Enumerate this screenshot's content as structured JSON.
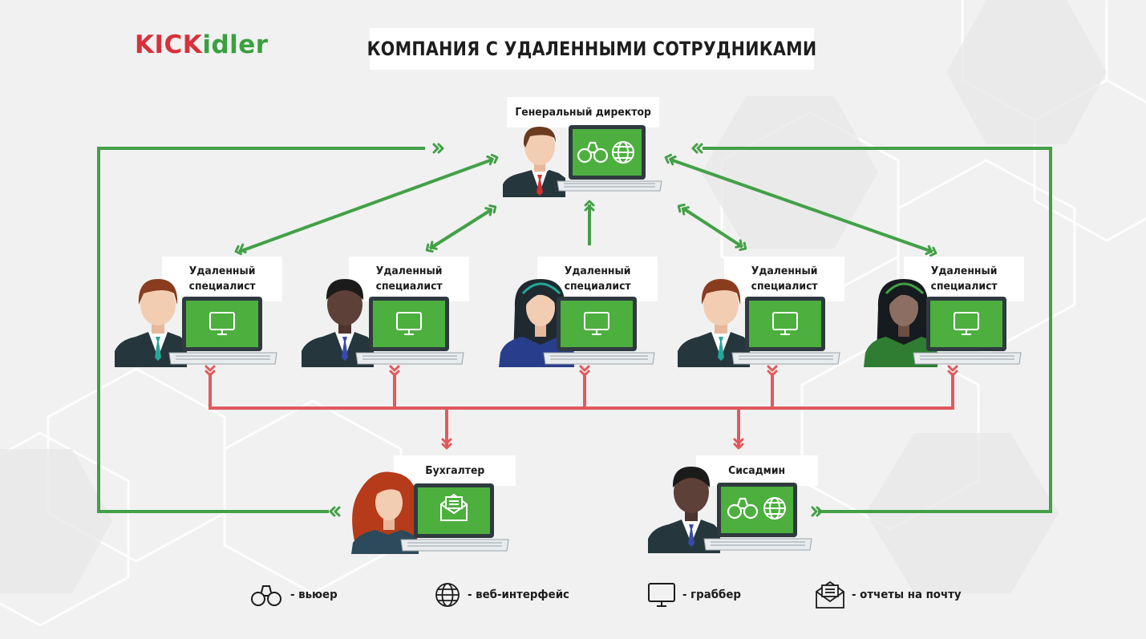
{
  "logo": {
    "part1": "KICK",
    "part2": "idler"
  },
  "title": "КОМПАНИЯ С УДАЛЕННЫМИ СОТРУДНИКАМИ",
  "director": {
    "label": "Генеральный директор"
  },
  "specialists": [
    {
      "label": "Удаленный\nспециалист"
    },
    {
      "label": "Удаленный\nспециалист"
    },
    {
      "label": "Удаленный\nспециалист"
    },
    {
      "label": "Удаленный\nспециалист"
    },
    {
      "label": "Удаленный\nспециалист"
    }
  ],
  "accountant": {
    "label": "Бухгалтер"
  },
  "sysadmin": {
    "label": "Сисадмин"
  },
  "legend": [
    {
      "icon": "binoculars-icon",
      "text": "- вьюер"
    },
    {
      "icon": "globe-icon",
      "text": "- веб-интерфейс"
    },
    {
      "icon": "monitor-icon",
      "text": "- граббер"
    },
    {
      "icon": "envelope-icon",
      "text": "- отчеты на почту"
    }
  ],
  "colors": {
    "green": "#43a047",
    "red": "#e05a5e",
    "screen": "#4caf3e",
    "background": "#f1f1f1"
  }
}
